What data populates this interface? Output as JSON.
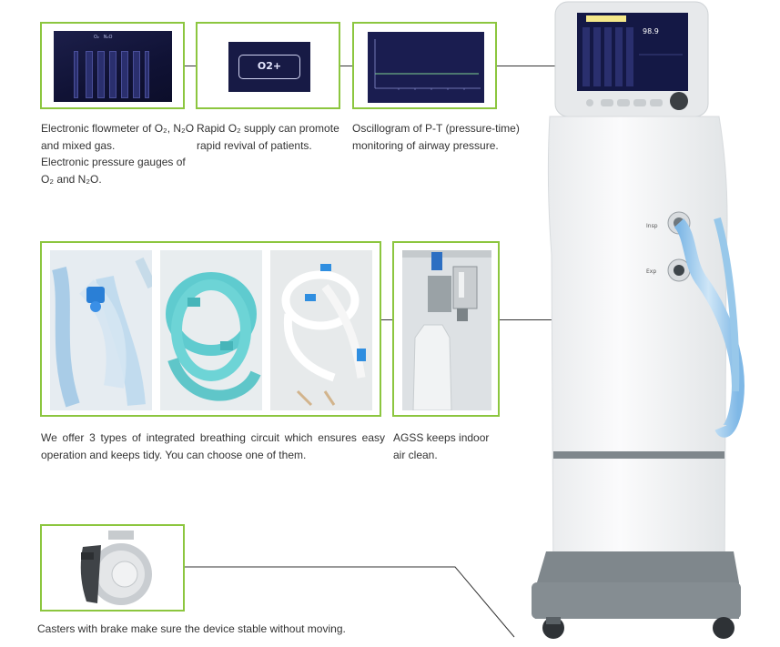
{
  "features": {
    "flowmeter": {
      "caption_line1": "Electronic flowmeter of O₂, N₂O",
      "caption_line2": "and mixed gas.",
      "caption_line3": "Electronic pressure gauges of",
      "caption_line4": "O₂ and N₂O."
    },
    "o2_supply": {
      "button_label": "O2+",
      "caption_line1": "Rapid O₂ supply can promote",
      "caption_line2": "rapid revival of patients."
    },
    "oscillogram": {
      "caption_line1": "Oscillogram of P-T (pressure-time)",
      "caption_line2": "monitoring of airway pressure."
    },
    "breathing_circuit": {
      "caption_line1": "We offer 3 types of integrated breathing circuit which ensures easy",
      "caption_line2": "operation and keeps tidy. You can choose one of them."
    },
    "agss": {
      "caption_line1": "AGSS keeps indoor",
      "caption_line2": "air clean."
    },
    "casters": {
      "caption": "Casters with brake make sure the device stable without moving."
    }
  },
  "device": {
    "screen_value": "98.9",
    "port_insp": "Insp",
    "port_exp": "Exp"
  },
  "colors": {
    "frame": "#8cc63f",
    "connector": "#333333",
    "screen_bg": "#141845",
    "circuit_blue": "#6fd3d3",
    "device_body": "#f4f5f6",
    "device_base": "#7f878c"
  }
}
